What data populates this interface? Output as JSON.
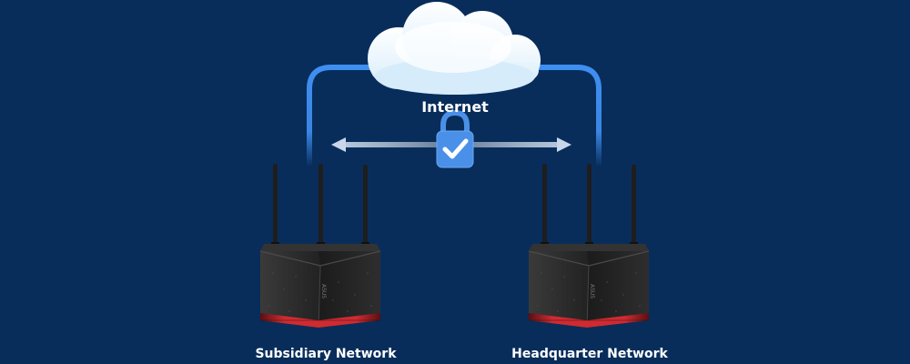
{
  "diagram": {
    "cloud_label": "Internet",
    "left_router_label": "Subsidiary Network",
    "right_router_label": "Headquarter Network",
    "router_brand_mark": "ASUS"
  },
  "colors": {
    "background": "#082d5b",
    "link_blue": "#3f8ff2",
    "lock_blue": "#4a90e8",
    "router_body": "#2b2b2b",
    "router_led": "#c8232a"
  },
  "icons": {
    "cloud": "cloud-icon",
    "lock": "padlock-check-icon",
    "router": "wifi-router-icon"
  }
}
